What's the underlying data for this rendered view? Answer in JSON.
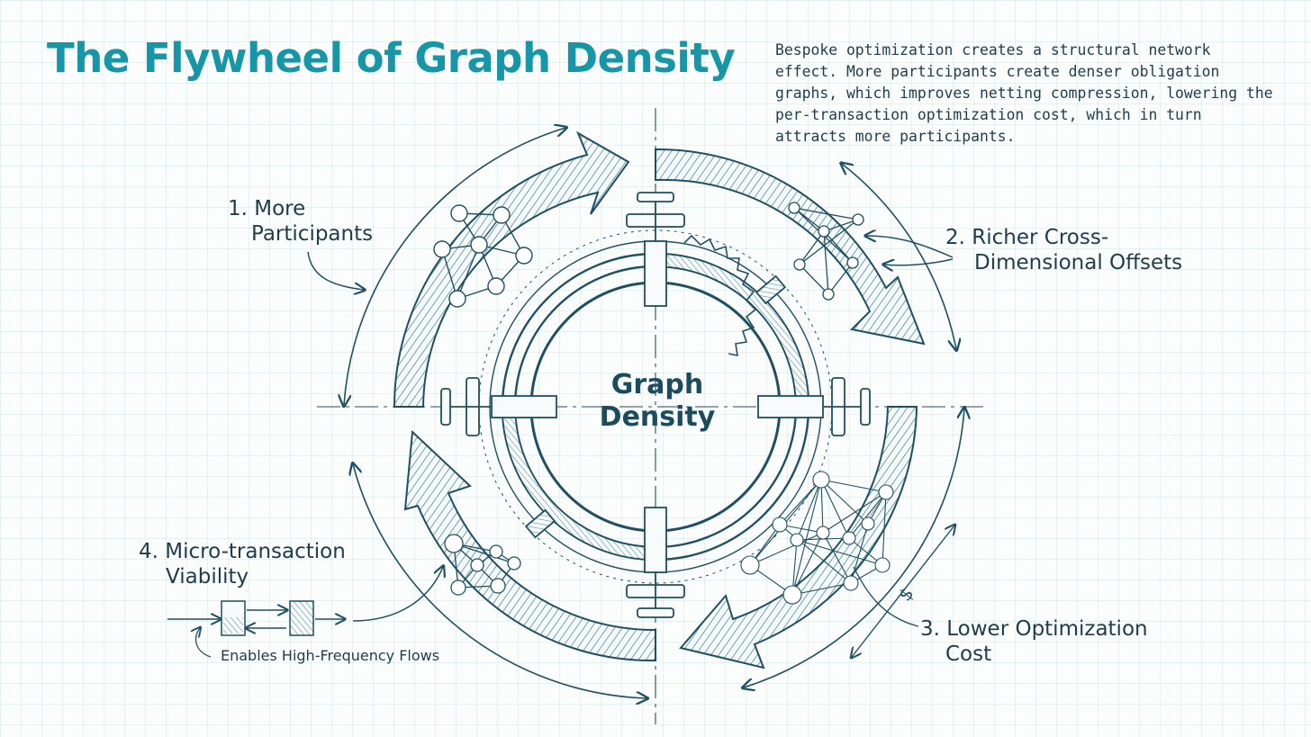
{
  "title": "The Flywheel of Graph Density",
  "description": "Bespoke optimization creates a structural network effect. More participants create denser obligation graphs, which improves netting compression, lowering the per-transaction optimization cost, which in turn attracts more participants.",
  "center": {
    "line1": "Graph",
    "line2": "Density"
  },
  "stages": [
    {
      "line1": "1. More",
      "line2": "Participants"
    },
    {
      "line1": "2. Richer Cross-",
      "line2": "Dimensional Offsets"
    },
    {
      "line1": "3. Lower Optimization",
      "line2": "Cost"
    },
    {
      "line1": "4. Micro-transaction",
      "line2": "Viability"
    }
  ],
  "flow_caption": "Enables High-Frequency Flows",
  "currency_symbol": "$",
  "colors": {
    "ink": "#1f4f62",
    "title": "#1696a6",
    "grid": "#d5ebeb",
    "hatch": "#3b6f7f"
  }
}
